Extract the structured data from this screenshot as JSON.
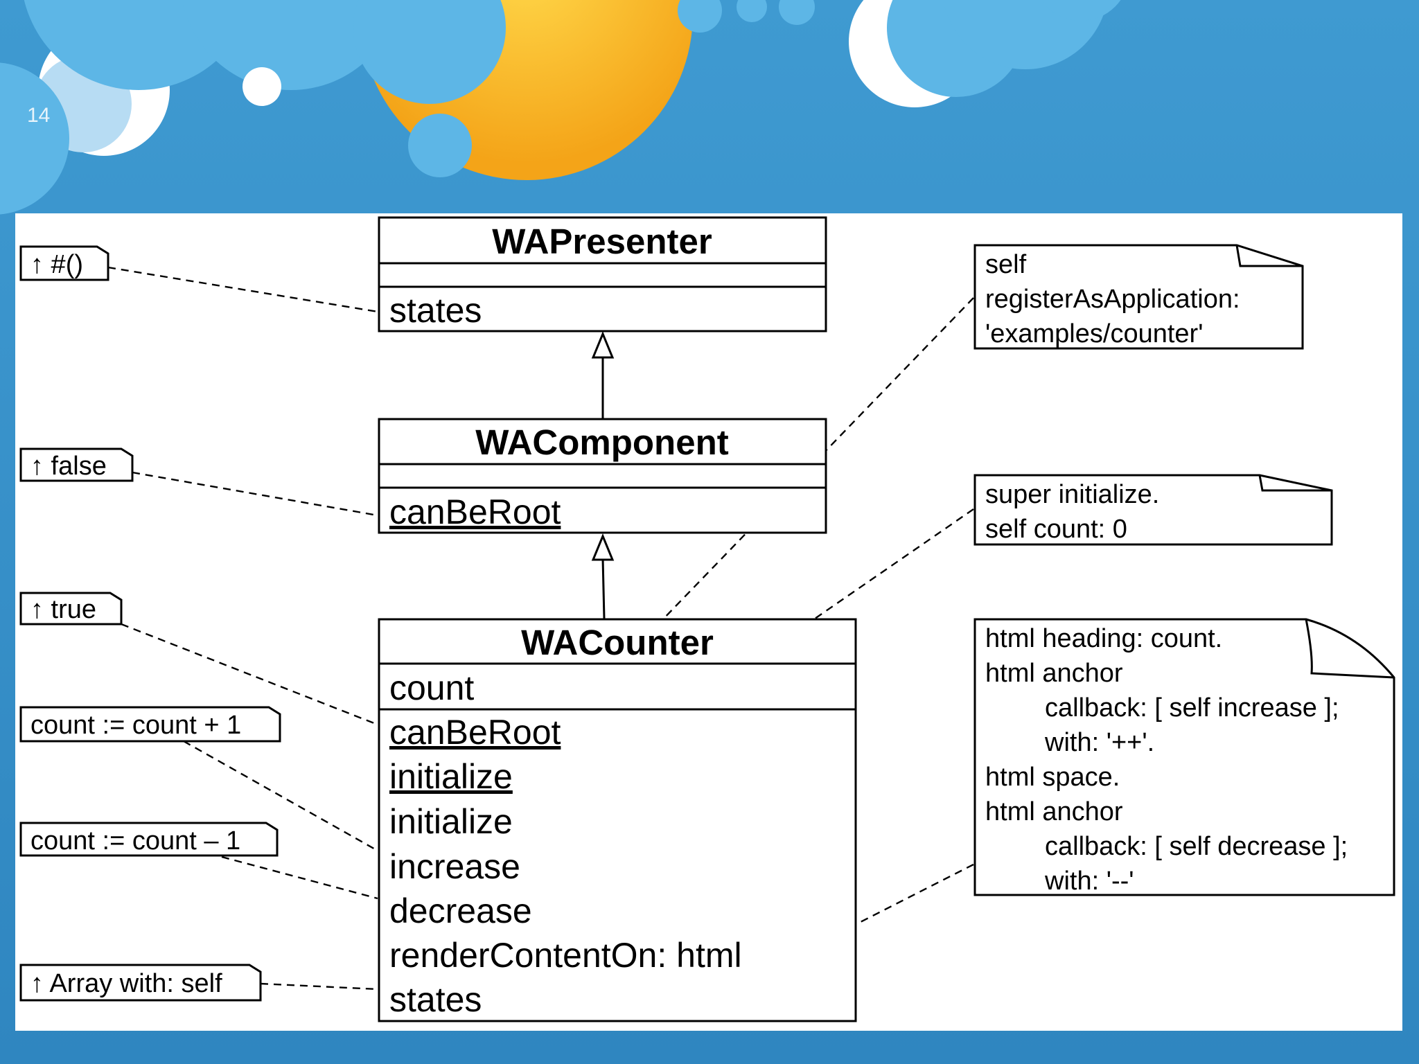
{
  "slide_number": "14",
  "classes": {
    "presenter": {
      "name": "WAPresenter",
      "members": [
        "states"
      ]
    },
    "component": {
      "name": "WAComponent",
      "members": [
        "canBeRoot"
      ]
    },
    "counter": {
      "name": "WACounter",
      "attributes": [
        "count"
      ],
      "methods": [
        "canBeRoot",
        "initialize",
        "initialize",
        "increase",
        "decrease",
        "renderContentOn: html",
        "states"
      ]
    }
  },
  "left_notes": [
    "↑ #()",
    "↑ false",
    "↑ true",
    "count := count + 1",
    "count := count – 1",
    "↑ Array with: self"
  ],
  "right_notes": {
    "register": [
      "self",
      "registerAsApplication:",
      "'examples/counter'"
    ],
    "initialize": [
      "super initialize.",
      "self count: 0"
    ],
    "render": [
      "html heading: count.",
      "html anchor",
      "callback: [ self increase ];",
      "with: '++'.",
      "html space.",
      "html anchor",
      "callback: [ self decrease ];",
      "with: '--'"
    ]
  }
}
